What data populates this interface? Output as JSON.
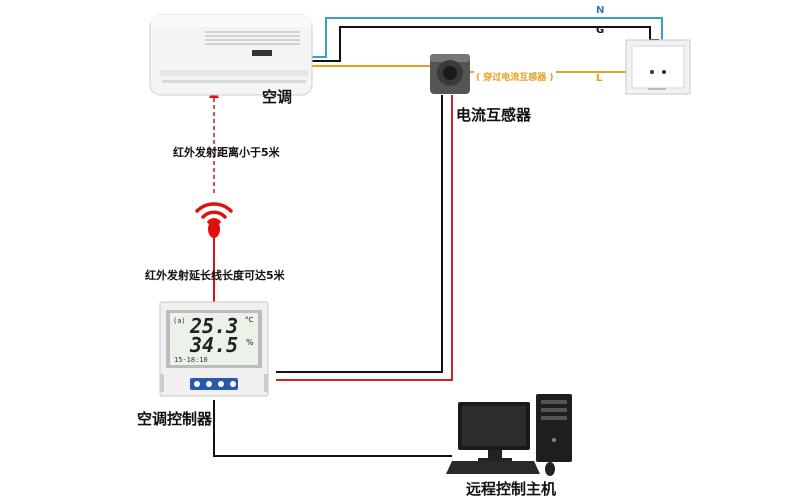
{
  "labels": {
    "ac": "空调",
    "current_sensor": "电流互感器",
    "sensor_note": "( 穿过电流互感器 )",
    "ir_distance": "红外发射距离小于5米",
    "ir_extension": "红外发射延长线长度可达5米",
    "controller": "空调控制器",
    "host": "远程控制主机"
  },
  "wires": {
    "n": "N",
    "g": "G",
    "l": "L"
  },
  "display": {
    "temp": "25.3",
    "temp_unit": "°C",
    "hum": "34.5",
    "hum_unit": "%",
    "time": "15-18:10",
    "prefix": "(a)"
  },
  "colors": {
    "wire_n": "#3a9fc8",
    "wire_g": "#111111",
    "wire_l": "#e8a020",
    "wire_red": "#d81e1e",
    "ir_red": "#e01010"
  }
}
